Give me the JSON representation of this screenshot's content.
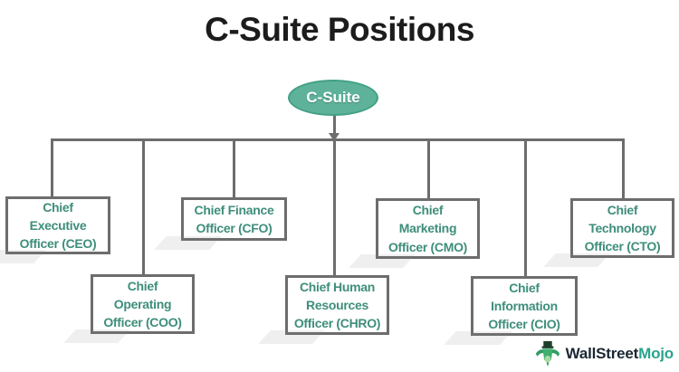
{
  "title": "C-Suite Positions",
  "root": {
    "label": "C-Suite"
  },
  "positions": {
    "ceo": {
      "label": "Chief\nExecutive\nOfficer (CEO)"
    },
    "cfo": {
      "label": "Chief Finance\nOfficer (CFO)"
    },
    "cmo": {
      "label": "Chief\nMarketing\nOfficer (CMO)"
    },
    "cto": {
      "label": "Chief\nTechnology\nOfficer (CTO)"
    },
    "coo": {
      "label": "Chief\nOperating\nOfficer (COO)"
    },
    "chro": {
      "label": "Chief Human\nResources\nOfficer (CHRO)"
    },
    "cio": {
      "label": "Chief\nInformation\nOfficer (CIO)"
    }
  },
  "logo": {
    "primary": "WallStreet",
    "secondary": "Mojo"
  },
  "colors": {
    "node_fill": "#5eb29a",
    "node_border": "#43a085",
    "node_text": "#ffffff",
    "box_text": "#3e8e7a",
    "box_border": "#6d6d6d",
    "connector": "#6d6d6d",
    "title_text": "#1c1c1c",
    "logo_primary": "#1b2733",
    "logo_secondary": "#2aa38c"
  }
}
